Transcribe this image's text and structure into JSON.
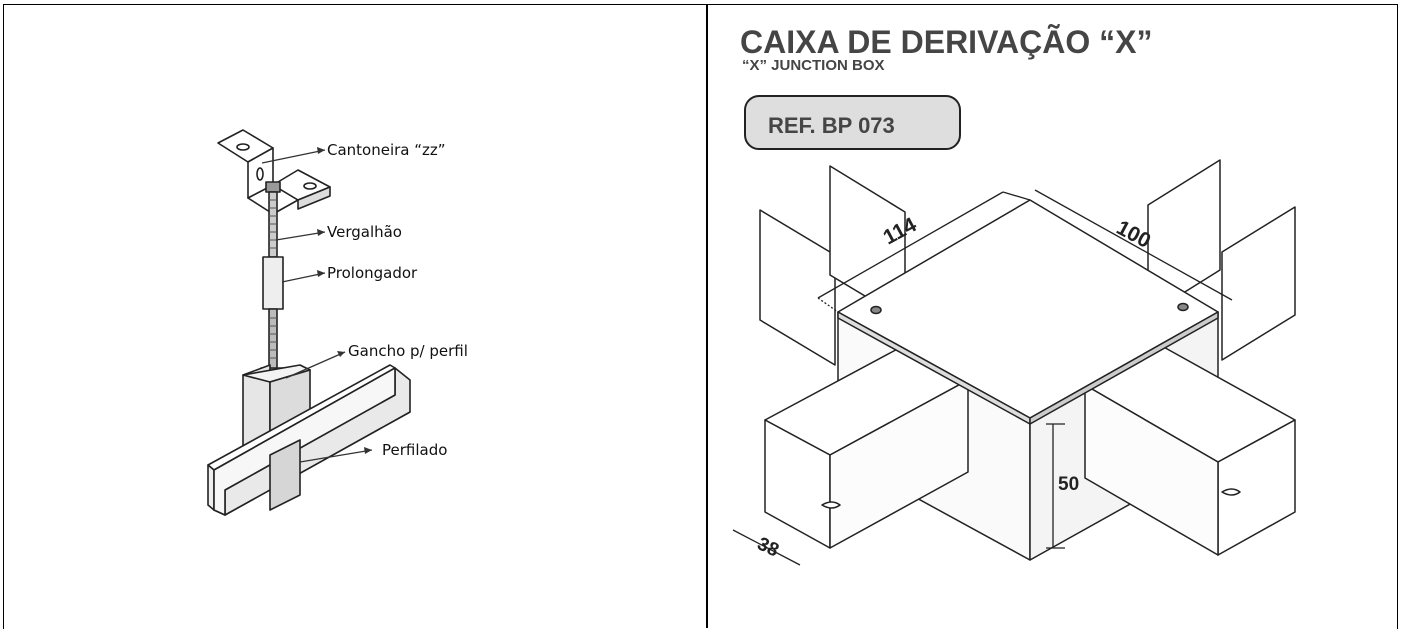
{
  "left_diagram": {
    "labels": {
      "cantoneira": "Cantoneira “zz”",
      "vergalhao": "Vergalhão",
      "prolongador": "Prolongador",
      "gancho": "Gancho p/ perfil",
      "perfilado": "Perfilado"
    }
  },
  "right_diagram": {
    "title": "CAIXA DE DERIVAÇÃO “X”",
    "subtitle": "“X” JUNCTION BOX",
    "reference": "REF. BP 073",
    "dimensions": {
      "length": "114",
      "width": "100",
      "height": "50",
      "flange": "38"
    }
  }
}
